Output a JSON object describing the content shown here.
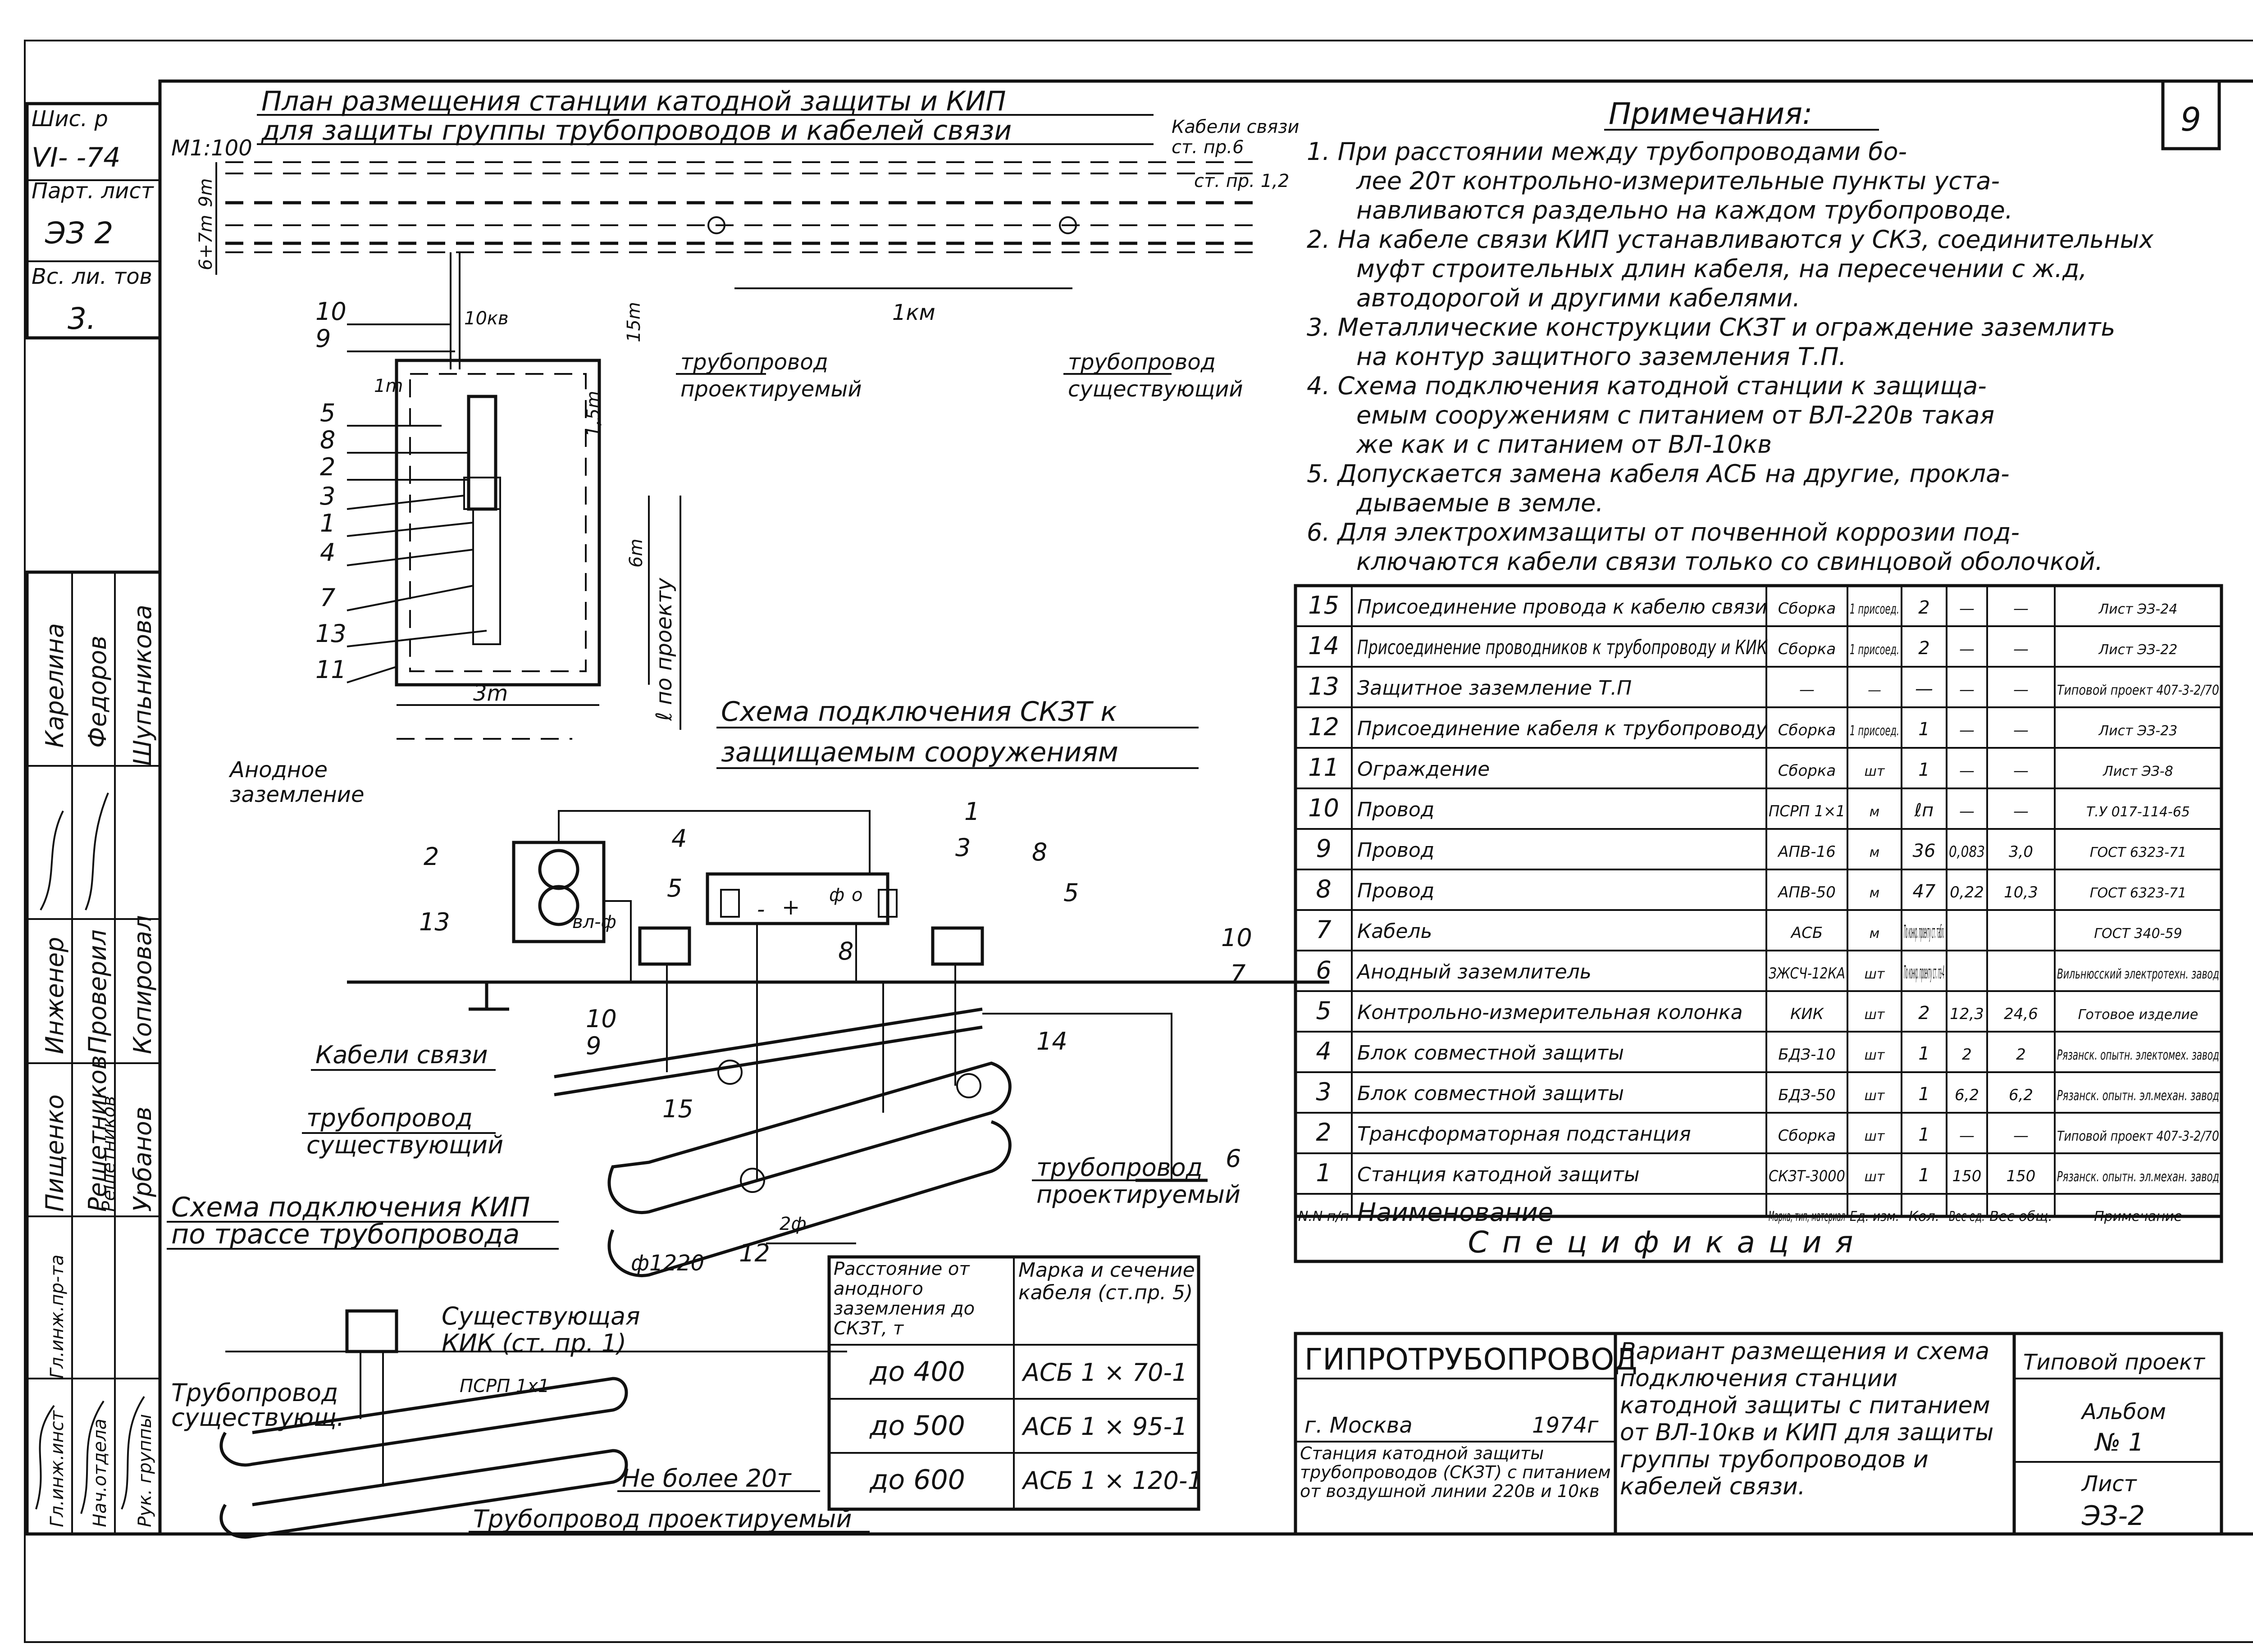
{
  "sheet_number": "9",
  "left_strip": {
    "shifr_label": "Шис. р",
    "shifr_value": "VI- -74",
    "part_label": "Парт. лист",
    "part_value": "ЭЗ 2",
    "inv_label": "Вс. ли. тов",
    "inv_value": "3."
  },
  "signature_block": {
    "names": [
      "Карелина",
      "Федоров",
      "Шупьникова"
    ],
    "roles": [
      "Гл.инж.инст",
      "Гл.инж.пр-та",
      "Нач.отдела",
      "Рук. группы",
      "Инженер",
      "Проверил",
      "Копировал"
    ],
    "people": [
      "Пищенко",
      "Решетников",
      "Решетников",
      "Урбанов"
    ]
  },
  "plan": {
    "title_line1": "План размещения станции катодной защиты и КИП",
    "title_line2": "для защиты группы трубопроводов и кабелей связи",
    "scale": "М1:100",
    "cable_label": "Кабели связи",
    "cable_note": "ст. пр.6",
    "note_12": "ст. пр. 1,2",
    "dim_9m": "9m",
    "dim_6m": "6+7m",
    "dim_1km": "1км",
    "dim_15m": "15m",
    "dim_1m": "1m",
    "dim_15m_b": "1,5m",
    "dim_6m_b": "6m",
    "dim_3m": "3m",
    "dim_l": "ℓ по проекту",
    "label_10kv": "10кв",
    "pipe_proj_line1": "трубопровод",
    "pipe_proj_line2": "проектируемый",
    "pipe_exist_line1": "трубопровод",
    "pipe_exist_line2": "существующий",
    "anode_line1": "Анодное",
    "anode_line2": "заземление",
    "callouts": [
      "10",
      "9",
      "5",
      "8",
      "2",
      "3",
      "1",
      "4",
      "7",
      "13",
      "11"
    ]
  },
  "scheme1": {
    "title_line1": "Схема подключения СКЗТ к",
    "title_line2": "защищаемым сооружениям",
    "cables_label": "Кабели связи",
    "pipe_exist_line1": "трубопровод",
    "pipe_exist_line2": "существующий",
    "pipe_proj_line1": "трубопровод",
    "pipe_proj_line2": "проектируемый",
    "dim_phi": "ф1220",
    "dim_2phi": "2ф",
    "small_labels": [
      "вл-ф",
      "+",
      "-",
      "ф",
      "о"
    ],
    "callouts": [
      "2",
      "4",
      "3",
      "1",
      "8",
      "5",
      "5",
      "13",
      "8",
      "10",
      "7",
      "10",
      "9",
      "14",
      "15",
      "6",
      "12"
    ]
  },
  "scheme2": {
    "title_line1": "Схема подключения КИП",
    "title_line2": "по трассе трубопровода",
    "kik_line1": "Существующая",
    "kik_line2": "КИК (ст. пр. 1)",
    "cable_label": "ПСРП 1х1",
    "pipe_exist_line1": "Трубопровод",
    "pipe_exist_line2": "существующ.",
    "limit_label": "Не более 20т",
    "pipe_proj": "Трубопровод проектируемый"
  },
  "distance_table": {
    "header1": "Расстояние от анодного заземления до СКЗТ, т",
    "header2": "Марка и сечение кабеля (ст.пр. 5)",
    "rows": [
      [
        "до 400",
        "АСБ 1 × 70-1"
      ],
      [
        "до 500",
        "АСБ 1 × 95-1"
      ],
      [
        "до 600",
        "АСБ 1 × 120-1"
      ]
    ]
  },
  "notes": {
    "title": "Примечания:",
    "items": [
      "1. При расстоянии между трубопроводами бо-",
      "лее 20т контрольно-измерительные пункты уста-",
      "навливаются раздельно на каждом трубопроводе.",
      "2. На кабеле связи КИП устанавливаются у СКЗ, соединительных",
      "муфт строительных длин кабеля, на пересечении с ж.д,",
      "автодорогой и другими кабелями.",
      "3. Металлические конструкции СКЗТ и ограждение заземлить",
      "на контур защитного заземления Т.П.",
      "4. Схема подключения катодной станции к защища-",
      "емым сооружениям с питанием от ВЛ-220в такая",
      "же как и с питанием от ВЛ-10кв",
      "5. Допускается замена кабеля АСБ на другие, прокла-",
      "дываемые в земле.",
      "6. Для электрохимзащиты от почвенной коррозии под-",
      "ключаются кабели связи только со свинцовой оболочкой."
    ]
  },
  "spec": {
    "title": "Спецификация",
    "header": [
      "N.N п/п",
      "Наименование",
      "Марка, тип, материал",
      "Ед. изм.",
      "Кол.",
      "Вес ед.",
      "Вес общ.",
      "Примечание"
    ],
    "rows": [
      [
        "15",
        "Присоединение провода к кабелю связи",
        "Сборка",
        "1 присоед.",
        "2",
        "—",
        "—",
        "Лист ЭЗ-24"
      ],
      [
        "14",
        "Присоединение проводников к трубопроводу и КИК",
        "Сборка",
        "1 присоед.",
        "2",
        "—",
        "—",
        "Лист ЭЗ-22"
      ],
      [
        "13",
        "Защитное заземление Т.П",
        "—",
        "—",
        "—",
        "—",
        "—",
        "Типовой проект 407-3-2/70"
      ],
      [
        "12",
        "Присоединение кабеля к трубопроводу",
        "Сборка",
        "1 присоед.",
        "1",
        "—",
        "—",
        "Лист ЭЗ-23"
      ],
      [
        "11",
        "Ограждение",
        "Сборка",
        "шт",
        "1",
        "—",
        "—",
        "Лист ЭЗ-8"
      ],
      [
        "10",
        "Провод",
        "ПСРП 1×1",
        "м",
        "ℓп",
        "—",
        "—",
        "Т.У 017-114-65"
      ],
      [
        "9",
        "Провод",
        "АПВ-16",
        "м",
        "36",
        "0,083",
        "3,0",
        "ГОСТ 6323-71"
      ],
      [
        "8",
        "Провод",
        "АПВ-50",
        "м",
        "47",
        "0,22",
        "10,3",
        "ГОСТ 6323-71"
      ],
      [
        "7",
        "Кабель",
        "АСБ",
        "м",
        "По конкр. проекту ст. табл.",
        "",
        "",
        "ГОСТ 340-59"
      ],
      [
        "6",
        "Анодный заземлитель",
        "ЗЖСЧ-12КА",
        "шт",
        "По конкр. проекту ст. пз-4",
        "",
        "",
        "Вильнюсский электротехн. завод"
      ],
      [
        "5",
        "Контрольно-измерительная колонка",
        "КИК",
        "шт",
        "2",
        "12,3",
        "24,6",
        "Готовое изделие"
      ],
      [
        "4",
        "Блок совместной защиты",
        "БДЗ-10",
        "шт",
        "1",
        "2",
        "2",
        "Рязанск. опытн. электомех. завод"
      ],
      [
        "3",
        "Блок совместной защиты",
        "БДЗ-50",
        "шт",
        "1",
        "6,2",
        "6,2",
        "Рязанск. опытн. эл.механ. завод"
      ],
      [
        "2",
        "Трансформаторная подстанция",
        "Сборка",
        "шт",
        "1",
        "—",
        "—",
        "Типовой проект 407-3-2/70"
      ],
      [
        "1",
        "Станция катодной защиты",
        "СКЗТ-3000",
        "шт",
        "1",
        "150",
        "150",
        "Рязанск. опытн. эл.механ. завод"
      ]
    ]
  },
  "title_block": {
    "org": "ГИПРОТРУБОПРОВОД",
    "city": "г. Москва",
    "year": "1974г",
    "desc": "Станция катодной защиты трубопроводов (СКЗТ) с питанием от воздушной линии 220в и 10кв",
    "variant": "Вариант размещения и схема подключения станции катодной защиты с питанием от ВЛ-10кв и КИП для защиты группы трубопроводов и кабелей связи.",
    "typical_label": "Типовой проект",
    "album_label": "Альбом",
    "album_value": "№ 1",
    "sheet_label": "Лист",
    "sheet_value": "ЭЗ-2"
  }
}
